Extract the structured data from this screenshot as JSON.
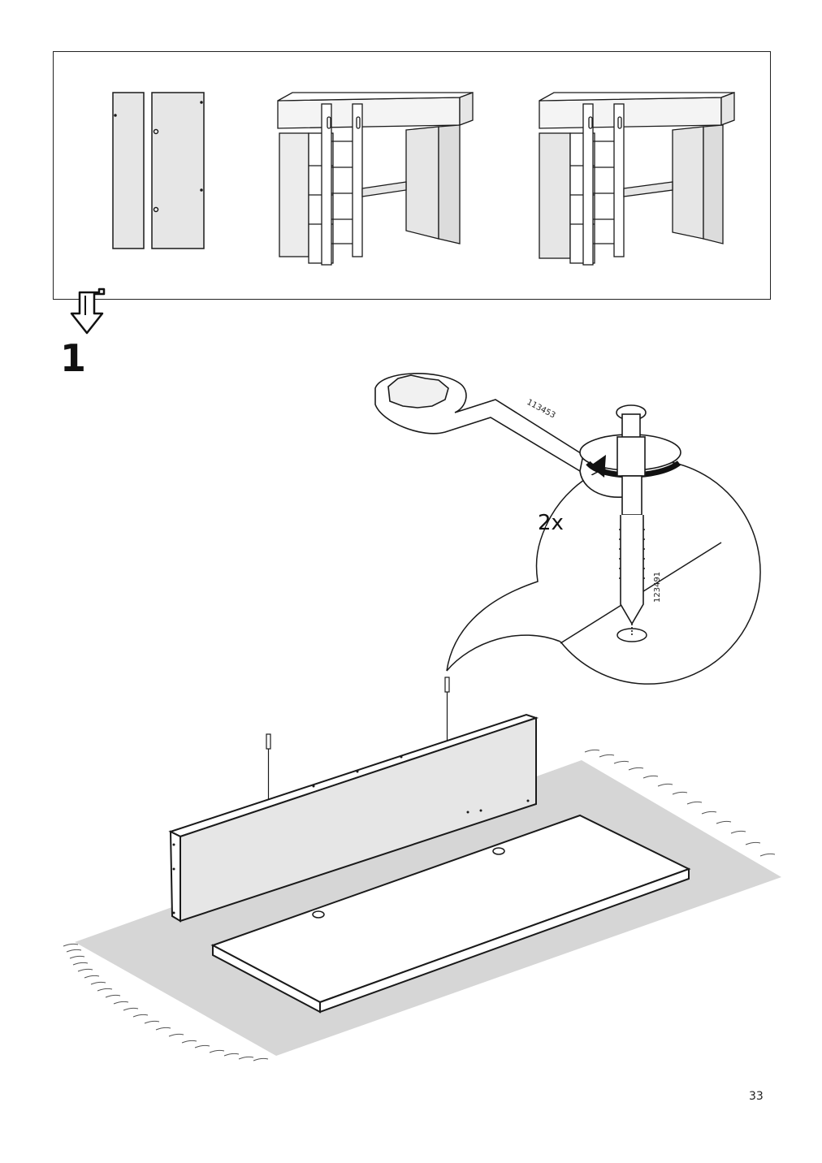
{
  "step": {
    "number": "1",
    "quantity": "2x"
  },
  "parts": {
    "tool_part_number": "113453",
    "screw_part_number": "123491"
  },
  "page": {
    "number": "33"
  },
  "icons": {
    "down_arrow": "page-turn-arrow-icon",
    "rotation": "clockwise-rotation-arrow-icon"
  },
  "colors": {
    "panel_fill": "#e6e6e6",
    "rug_fill": "#d6d6d6",
    "line": "#1a1a1a"
  }
}
